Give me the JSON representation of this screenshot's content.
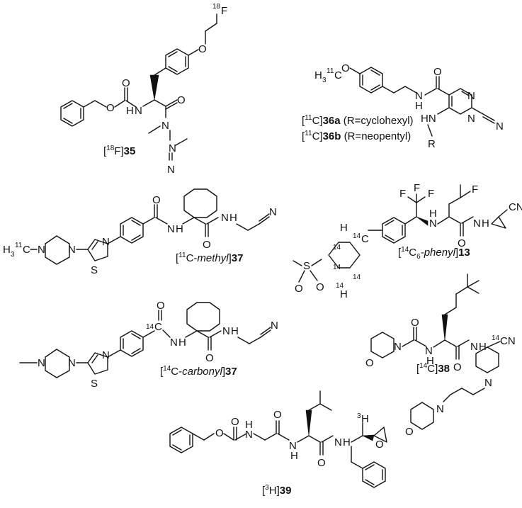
{
  "compounds": [
    {
      "id": "35",
      "isotope": "18",
      "element": "F",
      "label_post": "",
      "label_italic": "",
      "number": "35"
    },
    {
      "id": "36a",
      "isotope": "11",
      "element": "C",
      "label_post": "",
      "label_italic": "",
      "number": "36a",
      "suffix": "(R=cyclohexyl)"
    },
    {
      "id": "36b",
      "isotope": "11",
      "element": "C",
      "label_post": "",
      "label_italic": "",
      "number": "36b",
      "suffix": "(R=neopentyl)"
    },
    {
      "id": "37-methyl",
      "isotope": "11",
      "element": "C-",
      "label_italic": "methyl",
      "number": "37"
    },
    {
      "id": "13",
      "isotope": "14",
      "element": "C",
      "label_sub": "6",
      "label_italic": "-phenyl",
      "number": "13"
    },
    {
      "id": "37-carbonyl",
      "isotope": "14",
      "element": "C-",
      "label_italic": "carbonyl",
      "number": "37"
    },
    {
      "id": "38",
      "isotope": "14",
      "element": "C",
      "number": "38"
    },
    {
      "id": "39",
      "isotope": "3",
      "element": "H",
      "number": "39"
    }
  ],
  "atom_labels": {
    "F": "F",
    "O": "O",
    "N": "N",
    "H": "H",
    "S": "S",
    "NH": "NH",
    "HN": "HN",
    "R": "R",
    "H3": "H",
    "three": "3",
    "eleven": "11",
    "fourteen": "14",
    "eighteen": "18",
    "C": "C",
    "CN": "CN"
  }
}
